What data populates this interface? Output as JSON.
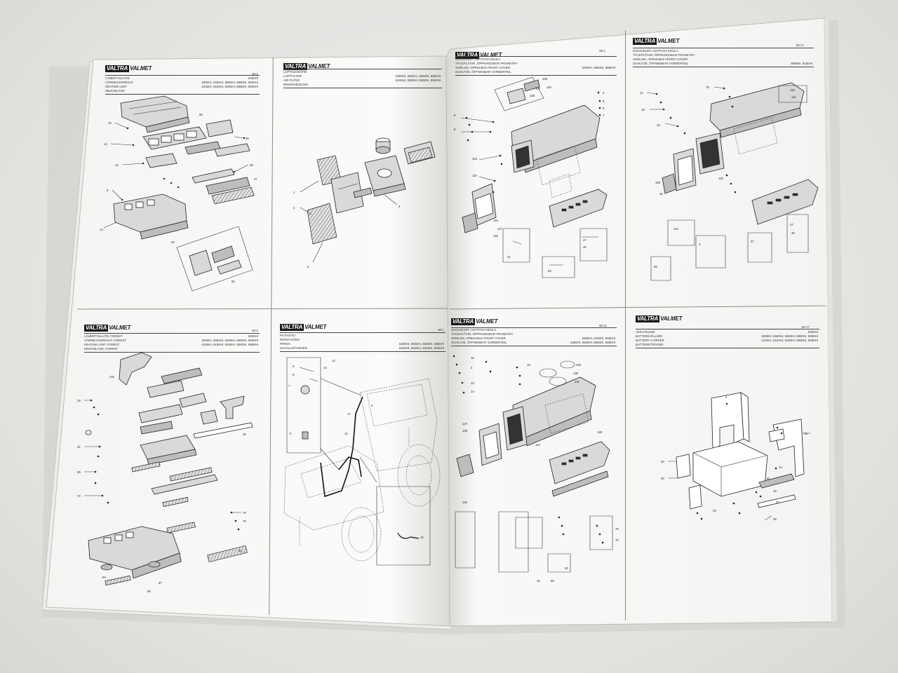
{
  "document": {
    "panels": [
      {
        "logo": [
          "VALTRA",
          "VALMET"
        ],
        "page_ref": "60-1",
        "rows": [
          {
            "text": "LÄMMITYSLAITE",
            "models": "6350HI"
          },
          {
            "text": "VÄRMEAGGREGAT",
            "models": "6350HI, 6550HI, 6650HI, 6850HI, 8050HI"
          },
          {
            "text": "HEATING UNIT",
            "models": "6150HI, 8150HI, 8450HI, 8550HI, 8950HI"
          },
          {
            "text": "HEIZANLAGE",
            "models": ""
          }
        ]
      },
      {
        "logo": [
          "VALTRA",
          "VALMET"
        ],
        "page_ref": "",
        "rows": [
          {
            "text": "LUFTSUODATIN",
            "models": ""
          },
          {
            "text": "LUFTFILTER",
            "models": "6350HI, 6550HI, 6650HI, 6850HI"
          },
          {
            "text": "AIR FILTER",
            "models": "8150HI, 8350HI, 8450HI, 8550HI"
          },
          {
            "text": "BODENHEIZUNG",
            "models": ""
          }
        ]
      },
      {
        "logo": [
          "VALTRA",
          "VALMET"
        ],
        "page_ref": "60-1",
        "rows": [
          {
            "text": "SUOJUKSET, AVATTAVA KEULA",
            "models": ""
          },
          {
            "text": "TÄCKPLÅTAR, ÖPPNINGSBAR FRAMKÅPA",
            "models": ""
          },
          {
            "text": "SHIELDS, OPENABLE FRONT COVER",
            "models": "6350HI, 6550HI, 6850HI"
          },
          {
            "text": "SCHUTZE, ÖFFNENBAR VORDERTEIL",
            "models": ""
          }
        ]
      },
      {
        "logo": [
          "VALTRA",
          "VALMET"
        ],
        "page_ref": "60-17",
        "rows": [
          {
            "text": "SUOJUKSET, AVATTAVA KEULA",
            "models": ""
          },
          {
            "text": "TÄCKPLÅTAR, ÖPPNINGSBAR FRAMKÅPA",
            "models": ""
          },
          {
            "text": "SHIELDS, OPENABLE FRONT COVER",
            "models": ""
          },
          {
            "text": "SCHUTZE, ÖFFNENBAR VORDERTEIL",
            "models": "8650HI, 8150HI"
          }
        ]
      },
      {
        "logo": [
          "VALTRA",
          "VALMET"
        ],
        "page_ref": "60-2",
        "rows": [
          {
            "text": "LÄMMITYSLAITE, FOREST",
            "models": "6350HI"
          },
          {
            "text": "VÄRMEAGGREGAT, FOREST",
            "models": "6350HI, 6550HI, 6650HI, 6850HI, 8050HI"
          },
          {
            "text": "HEATING UNIT, FOREST",
            "models": "6150HI, 8150HI, 8450HI, 8550HI, 8950HI"
          },
          {
            "text": "HEIZANLAGE, FOREST",
            "models": ""
          }
        ]
      },
      {
        "logo": [
          "VALTRA",
          "VALMET"
        ],
        "page_ref": "60-1",
        "rows": [
          {
            "text": "PUTKISTO",
            "models": ""
          },
          {
            "text": "RÖRSYSTEM",
            "models": ""
          },
          {
            "text": "PIPING",
            "models": "6350HI, 6550HI, 6650HI, 6850HI"
          },
          {
            "text": "SCHALLDTUNGEN",
            "models": "8150HI, 8350HI, 8450HI, 8550HI"
          }
        ]
      },
      {
        "logo": [
          "VALTRA",
          "VALMET"
        ],
        "page_ref": "60-11",
        "rows": [
          {
            "text": "SUOJUKSET, AVATTAVA KEULA",
            "models": ""
          },
          {
            "text": "TÄCKPLÅTAR, ÖPPNINGSBAR FRAMKÅPA",
            "models": ""
          },
          {
            "text": "SHIELDS, OPENABLE FRONT COVER",
            "models": "6350HI, 6450HI, 8650HI"
          },
          {
            "text": "SCHUTZE, ÖFFNENBAR VORDERTEIL",
            "models": "6350HI, 6550HI, 6650HI, 6850HI"
          }
        ]
      },
      {
        "logo": [
          "VALTRA",
          "VALMET"
        ],
        "page_ref": "60-17",
        "rows": [
          {
            "text": "AKKUTELINE",
            "models": "6350HI"
          },
          {
            "text": "BATTERIHÅLLARE",
            "models": "6350HI, 6550HI, 6650HI, 6850HI, 8050HI"
          },
          {
            "text": "BATTERY CARRIER",
            "models": "6150HI, 8150HI, 8450HI, 8550HI, 8950HI"
          },
          {
            "text": "BATTERIETRÄGER",
            "models": ""
          }
        ]
      }
    ]
  }
}
